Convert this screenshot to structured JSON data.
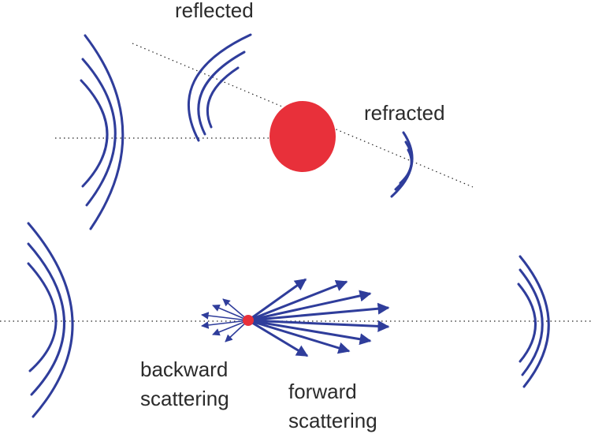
{
  "labels": {
    "reflected": "reflected",
    "refracted": "refracted",
    "backward_line1": "backward",
    "backward_line2": "scattering",
    "forward_line1": "forward",
    "forward_line2": "scattering"
  },
  "colors": {
    "wave": "#2f3d9b",
    "particle": "#e8303a",
    "axis": "#222222"
  }
}
